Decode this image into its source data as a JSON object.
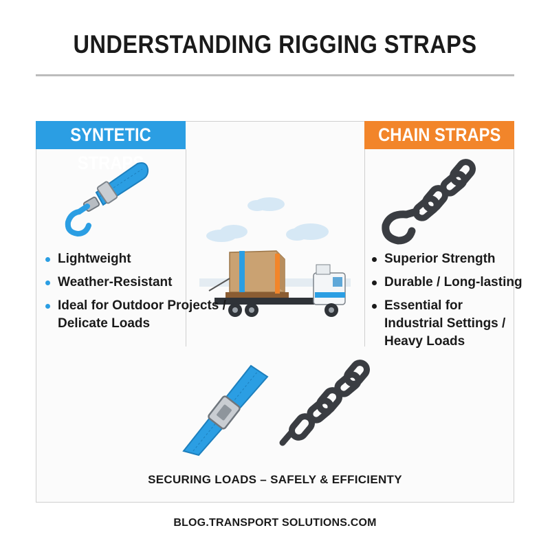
{
  "title": "UNDERSTANDING RIGGING STRAPS",
  "left_panel": {
    "heading": "SYNTETIC STRAPS",
    "color": "#2b9ee3",
    "features": [
      "Lightweight",
      "Weather-Resistant",
      "Ideal for Outdoor Projects / Delicate Loads"
    ]
  },
  "right_panel": {
    "heading": "CHAIN STRAPS",
    "color": "#f2852a",
    "features": [
      "Superior Strength",
      "Durable / Long-lasting",
      "Essential for Industrial Settings / Heavy Loads"
    ]
  },
  "tagline": "SECURING LOADS – SAFELY & EFFICIENTY",
  "footer": "BLOG.TRANSPORT SOLUTIONS.COM",
  "icons": [
    "synthetic-strap-hook-icon",
    "chain-hook-icon",
    "flatbed-truck-icon",
    "strap-buckle-icon",
    "chain-icon"
  ]
}
